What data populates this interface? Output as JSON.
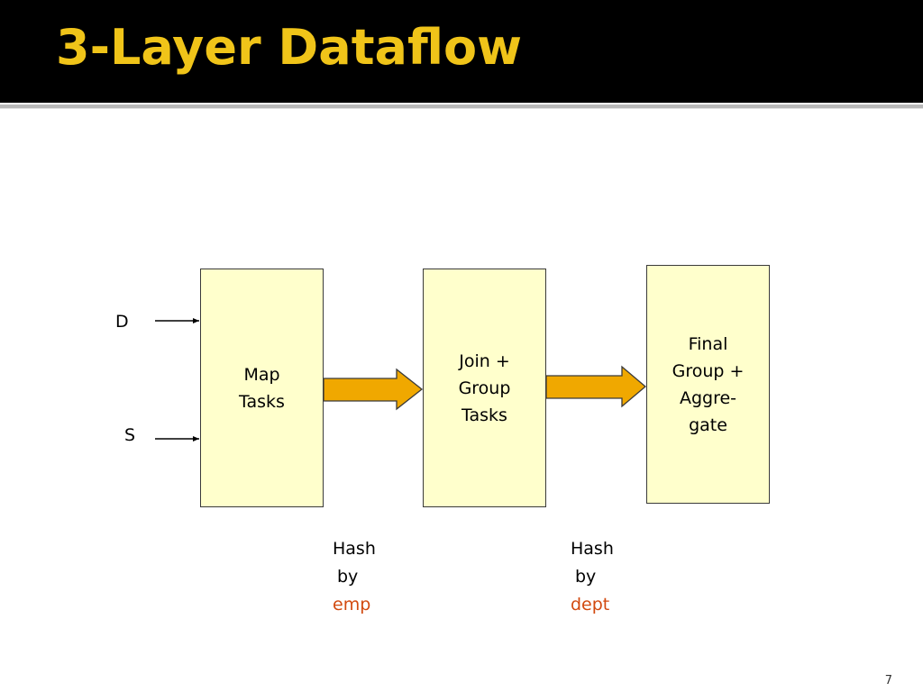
{
  "slide": {
    "title": "3-Layer Dataflow",
    "page_number": "7"
  },
  "colors": {
    "title_bar": "#000000",
    "title_text": "#f0c419",
    "box_fill": "#ffffcc",
    "arrow_fill": "#f0a800",
    "hash_key": "#d24a10"
  },
  "inputs": [
    {
      "label": "D"
    },
    {
      "label": "S"
    }
  ],
  "boxes": [
    {
      "label": "Map\nTasks"
    },
    {
      "label": "Join +\nGroup\nTasks"
    },
    {
      "label": "Final\nGroup +\nAggre-\ngate"
    }
  ],
  "hash_partitions": [
    {
      "line1": "Hash",
      "line2": "by",
      "key": "emp"
    },
    {
      "line1": "Hash",
      "line2": "by",
      "key": "dept"
    }
  ]
}
